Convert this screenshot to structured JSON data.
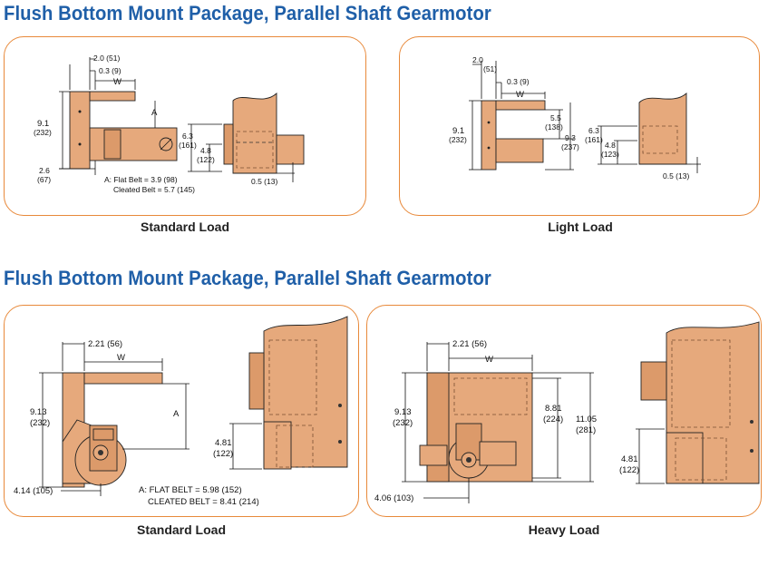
{
  "sections": [
    {
      "title": "Flush Bottom Mount Package, Parallel Shaft Gearmotor",
      "panels": [
        {
          "caption": "Standard Load",
          "labels": {
            "top_offset": "2.0 (51)",
            "inner_offset": "0.3 (9)",
            "width": "W",
            "height_in": "9.1",
            "height_mm": "(232)",
            "a_label": "A",
            "bottom_in": "2.6",
            "bottom_mm": "(67)",
            "belt_flat": "A: Flat Belt = 3.9 (98)",
            "belt_cleated": "Cleated Belt = 5.7 (145)",
            "side_h1_in": "6.3",
            "side_h1_mm": "(161)",
            "side_h2_in": "4.8",
            "side_h2_mm": "(122)",
            "side_offset": "0.5 (13)"
          }
        },
        {
          "caption": "Light Load",
          "labels": {
            "top_offset_in": "2.0",
            "top_offset_mm": "(51)",
            "inner_offset": "0.3 (9)",
            "width": "W",
            "height_in": "9.1",
            "height_mm": "(232)",
            "h55_in": "5.5",
            "h55_mm": "(138)",
            "h93_in": "9.3",
            "h93_mm": "(237)",
            "side_h1_in": "6.3",
            "side_h1_mm": "(161)",
            "side_h2_in": "4.8",
            "side_h2_mm": "(123)",
            "side_offset": "0.5 (13)"
          }
        }
      ]
    },
    {
      "title": "Flush Bottom Mount Package, Parallel Shaft Gearmotor",
      "panels": [
        {
          "caption": "Standard Load",
          "labels": {
            "top_offset": "2.21 (56)",
            "width": "W",
            "height_in": "9.13",
            "height_mm": "(232)",
            "a_label": "A",
            "bottom_offset": "4.14 (105)",
            "belt_flat": "A: FLAT BELT = 5.98 (152)",
            "belt_cleated": "CLEATED BELT = 8.41 (214)",
            "side_h_in": "4.81",
            "side_h_mm": "(122)"
          }
        },
        {
          "caption": "Heavy Load",
          "labels": {
            "top_offset": "2.21 (56)",
            "width": "W",
            "height_in": "9.13",
            "height_mm": "(232)",
            "h881_in": "8.81",
            "h881_mm": "(224)",
            "h1105_in": "11.05",
            "h1105_mm": "(281)",
            "bottom_offset": "4.06 (103)",
            "side_h_in": "4.81",
            "side_h_mm": "(122)"
          }
        }
      ]
    }
  ]
}
